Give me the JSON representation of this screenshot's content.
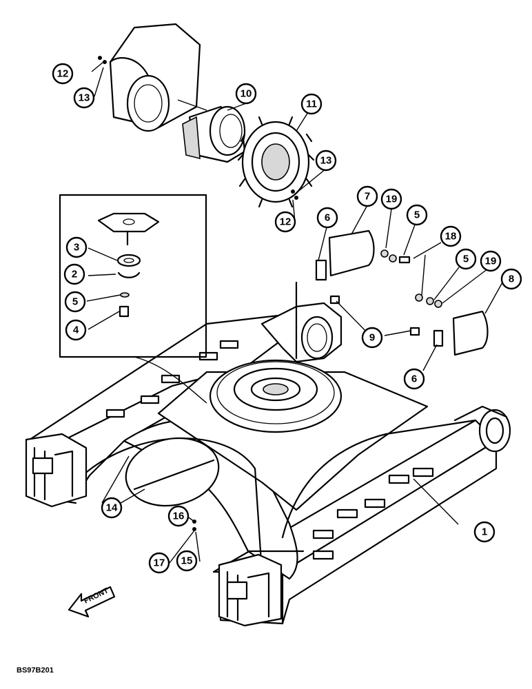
{
  "figure_ref": "BS97B201",
  "front_label": "FRONT",
  "callouts": [
    {
      "id": "c1",
      "label": "1"
    },
    {
      "id": "c2",
      "label": "2"
    },
    {
      "id": "c3",
      "label": "3"
    },
    {
      "id": "c4",
      "label": "4"
    },
    {
      "id": "c5a",
      "label": "5"
    },
    {
      "id": "c5b",
      "label": "5"
    },
    {
      "id": "c5c",
      "label": "5"
    },
    {
      "id": "c6a",
      "label": "6"
    },
    {
      "id": "c6b",
      "label": "6"
    },
    {
      "id": "c7",
      "label": "7"
    },
    {
      "id": "c8",
      "label": "8"
    },
    {
      "id": "c9",
      "label": "9"
    },
    {
      "id": "c10",
      "label": "10"
    },
    {
      "id": "c11",
      "label": "11"
    },
    {
      "id": "c12a",
      "label": "12"
    },
    {
      "id": "c12b",
      "label": "12"
    },
    {
      "id": "c13a",
      "label": "13"
    },
    {
      "id": "c13b",
      "label": "13"
    },
    {
      "id": "c14",
      "label": "14"
    },
    {
      "id": "c15",
      "label": "15"
    },
    {
      "id": "c16",
      "label": "16"
    },
    {
      "id": "c17",
      "label": "17"
    },
    {
      "id": "c18",
      "label": "18"
    },
    {
      "id": "c19a",
      "label": "19"
    },
    {
      "id": "c19b",
      "label": "19"
    }
  ]
}
